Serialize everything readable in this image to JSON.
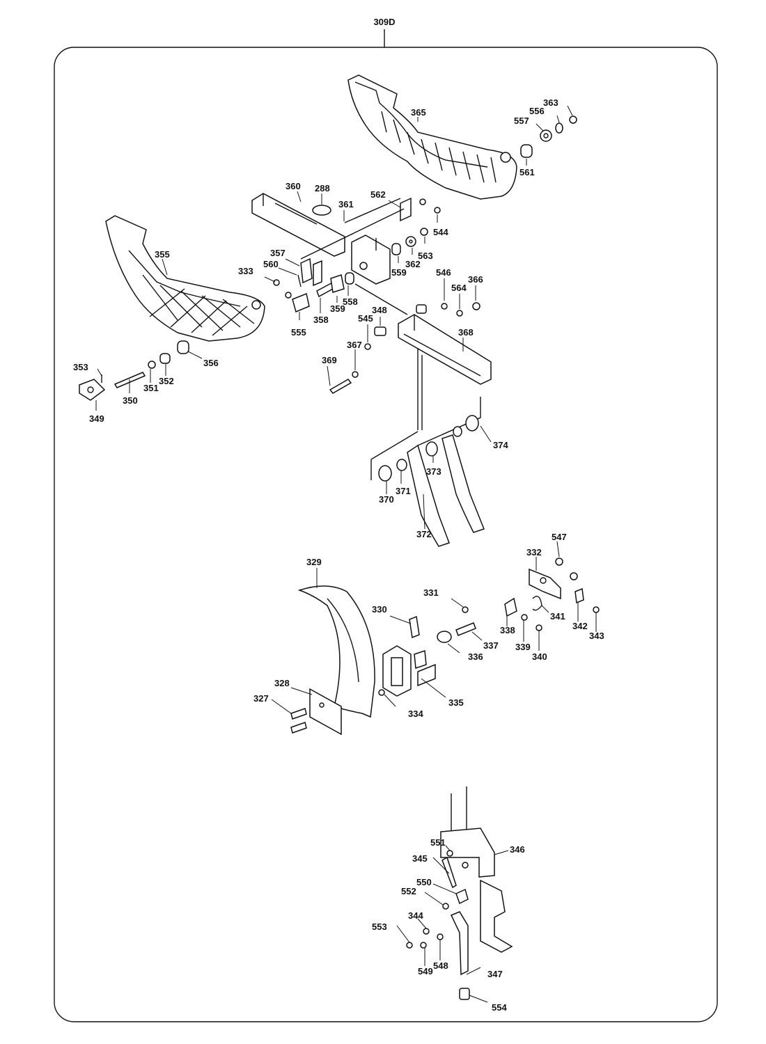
{
  "title": "309D",
  "labels": [
    {
      "id": "288",
      "text": "288"
    },
    {
      "id": "327",
      "text": "327"
    },
    {
      "id": "328",
      "text": "328"
    },
    {
      "id": "329",
      "text": "329"
    },
    {
      "id": "330",
      "text": "330"
    },
    {
      "id": "331",
      "text": "331"
    },
    {
      "id": "332",
      "text": "332"
    },
    {
      "id": "333",
      "text": "333"
    },
    {
      "id": "334",
      "text": "334"
    },
    {
      "id": "335",
      "text": "335"
    },
    {
      "id": "336",
      "text": "336"
    },
    {
      "id": "337",
      "text": "337"
    },
    {
      "id": "338",
      "text": "338"
    },
    {
      "id": "339",
      "text": "339"
    },
    {
      "id": "340",
      "text": "340"
    },
    {
      "id": "341",
      "text": "341"
    },
    {
      "id": "342",
      "text": "342"
    },
    {
      "id": "343",
      "text": "343"
    },
    {
      "id": "344",
      "text": "344"
    },
    {
      "id": "345",
      "text": "345"
    },
    {
      "id": "346",
      "text": "346"
    },
    {
      "id": "347",
      "text": "347"
    },
    {
      "id": "348",
      "text": "348"
    },
    {
      "id": "349",
      "text": "349"
    },
    {
      "id": "350",
      "text": "350"
    },
    {
      "id": "351",
      "text": "351"
    },
    {
      "id": "352",
      "text": "352"
    },
    {
      "id": "353",
      "text": "353"
    },
    {
      "id": "355",
      "text": "355"
    },
    {
      "id": "356",
      "text": "356"
    },
    {
      "id": "357",
      "text": "357"
    },
    {
      "id": "358",
      "text": "358"
    },
    {
      "id": "359",
      "text": "359"
    },
    {
      "id": "360",
      "text": "360"
    },
    {
      "id": "361",
      "text": "361"
    },
    {
      "id": "362",
      "text": "362"
    },
    {
      "id": "363",
      "text": "363"
    },
    {
      "id": "365",
      "text": "365"
    },
    {
      "id": "366",
      "text": "366"
    },
    {
      "id": "367",
      "text": "367"
    },
    {
      "id": "368",
      "text": "368"
    },
    {
      "id": "369",
      "text": "369"
    },
    {
      "id": "370",
      "text": "370"
    },
    {
      "id": "371",
      "text": "371"
    },
    {
      "id": "372",
      "text": "372"
    },
    {
      "id": "373",
      "text": "373"
    },
    {
      "id": "374",
      "text": "374"
    },
    {
      "id": "544",
      "text": "544"
    },
    {
      "id": "545",
      "text": "545"
    },
    {
      "id": "546",
      "text": "546"
    },
    {
      "id": "547",
      "text": "547"
    },
    {
      "id": "548",
      "text": "548"
    },
    {
      "id": "549",
      "text": "549"
    },
    {
      "id": "550",
      "text": "550"
    },
    {
      "id": "551",
      "text": "551"
    },
    {
      "id": "552",
      "text": "552"
    },
    {
      "id": "553",
      "text": "553"
    },
    {
      "id": "554",
      "text": "554"
    },
    {
      "id": "555",
      "text": "555"
    },
    {
      "id": "556",
      "text": "556"
    },
    {
      "id": "557",
      "text": "557"
    },
    {
      "id": "558",
      "text": "558"
    },
    {
      "id": "559",
      "text": "559"
    },
    {
      "id": "560",
      "text": "560"
    },
    {
      "id": "561",
      "text": "561"
    },
    {
      "id": "562",
      "text": "562"
    },
    {
      "id": "563",
      "text": "563"
    },
    {
      "id": "564",
      "text": "564"
    }
  ]
}
